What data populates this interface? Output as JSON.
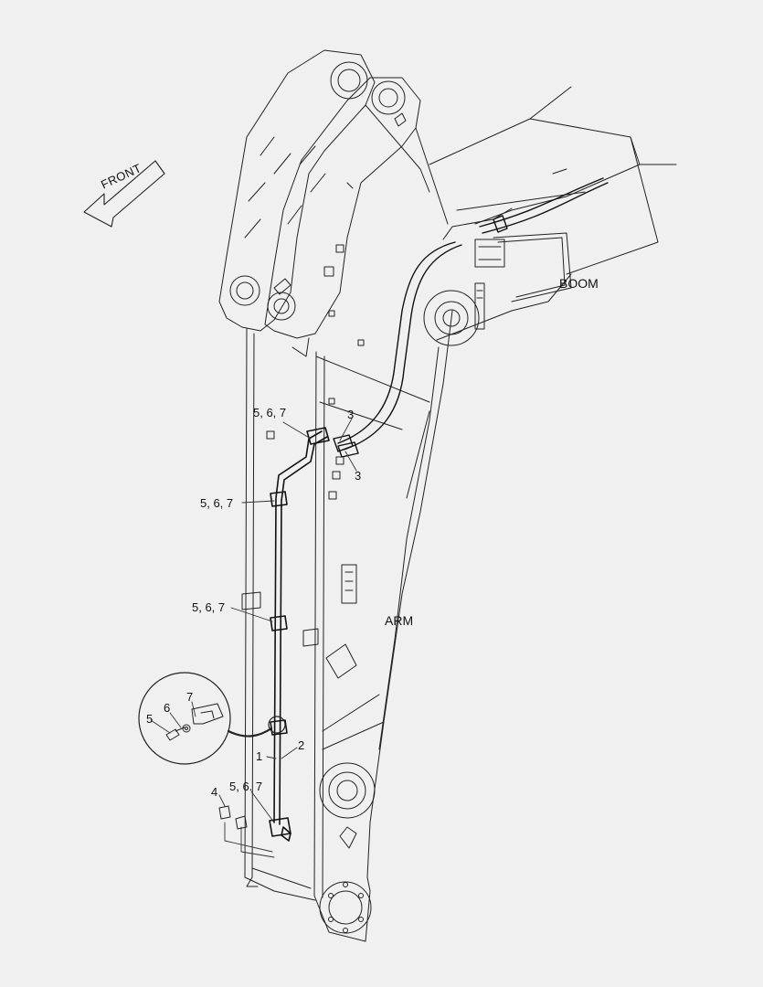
{
  "direction": {
    "front": "FRONT"
  },
  "components": {
    "boom": "BOOM",
    "arm": "ARM"
  },
  "callouts": {
    "c_567_top": "5, 6, 7",
    "c_567_mid": "5, 6, 7",
    "c_567_low": "5, 6, 7",
    "c_567_bottom": "5, 6. 7",
    "c_3_upper": "3",
    "c_3_lower": "3",
    "c_1": "1",
    "c_2": "2",
    "c_4": "4",
    "c_5_detail": "5",
    "c_6_detail": "6",
    "c_7_detail": "7"
  },
  "colors": {
    "background": "#f0f0f0",
    "line": "#222222",
    "hose": "#111111"
  }
}
